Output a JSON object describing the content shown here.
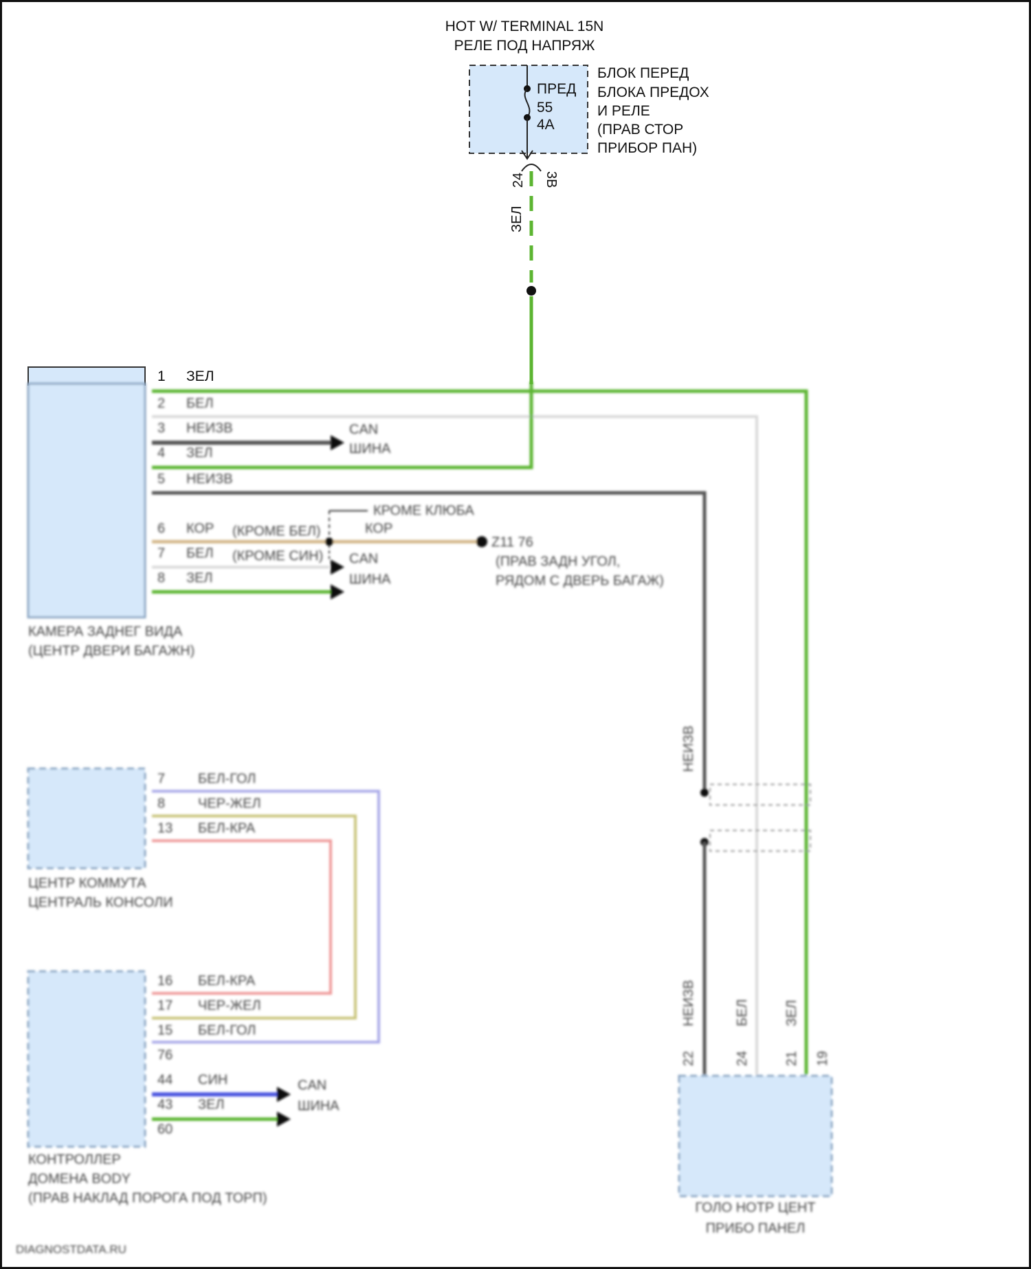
{
  "power": {
    "line1": "HOT W/ TERMINAL 15N",
    "line2": "РЕЛЕ ПОД НАПРЯЖ"
  },
  "fuse_block": {
    "fuse_line1": "ПРЕД",
    "fuse_line2": "55",
    "fuse_line3": "4A",
    "label_lines": [
      "БЛОК ПЕРЕД",
      "БЛОКА ПРЕДОХ",
      "И РЕЛЕ",
      "(ПРАВ СТОР",
      "ПРИБОР ПАН)"
    ],
    "pin_left": "24",
    "pin_right": "3B"
  },
  "main_wire": {
    "color_label": "ЗЕЛ",
    "color": "#5cb531"
  },
  "camera": {
    "pins": [
      {
        "num": "1",
        "color": "ЗЕЛ"
      },
      {
        "num": "2",
        "color": "БЕЛ"
      },
      {
        "num": "3",
        "color": "НЕИЗВ"
      },
      {
        "num": "4",
        "color": "ЗЕЛ"
      },
      {
        "num": "5",
        "color": "НЕИЗВ"
      },
      {
        "num": "6",
        "color": "КОР"
      },
      {
        "num": "7",
        "color": "БЕЛ"
      },
      {
        "num": "8",
        "color": "ЗЕЛ"
      }
    ],
    "can1": [
      "CAN",
      "ШИНА"
    ],
    "can2": [
      "CAN",
      "ШИНА"
    ],
    "inline6": "(КРОМЕ БЕЛ)",
    "inline7": "(КРОМЕ СИН)",
    "except_label": "КРОМЕ КЛЮБА",
    "splice_color": "КОР",
    "ground_lines": [
      "Z11 76",
      "(ПРАВ ЗАДН УГОЛ,",
      "РЯДОМ С ДВЕРЬ БАГАЖ)"
    ],
    "name_lines": [
      "КАМЕРА ЗАДНЕГ ВИДА",
      "(ЦЕНТР ДВЕРИ БАГАЖН)"
    ]
  },
  "switch_center": {
    "pins": [
      {
        "num": "7",
        "color": "БЕЛ-ГОЛ"
      },
      {
        "num": "8",
        "color": "ЧЕР-ЖЕЛ"
      },
      {
        "num": "13",
        "color": "БЕЛ-КРА"
      }
    ],
    "name_lines": [
      "ЦЕНТР КОММУТА",
      "ЦЕНТРАЛЬ КОНСОЛИ"
    ]
  },
  "body_controller": {
    "pins": [
      {
        "num": "16",
        "color": "БЕЛ-КРА"
      },
      {
        "num": "17",
        "color": "ЧЕР-ЖЕЛ"
      },
      {
        "num": "15",
        "color": "БЕЛ-ГОЛ"
      },
      {
        "num": "76",
        "color": ""
      },
      {
        "num": "44",
        "color": "СИН"
      },
      {
        "num": "43",
        "color": "ЗЕЛ"
      },
      {
        "num": "60",
        "color": ""
      }
    ],
    "can": [
      "CAN",
      "ШИНА"
    ],
    "name_lines": [
      "КОНТРОЛЛЕР",
      "ДОМЕНА BODY",
      "(ПРАВ НАКЛАД ПОРОГА ПОД ТОРП)"
    ]
  },
  "display": {
    "wire_labels": [
      "НЕИЗВ",
      "НЕИЗВ",
      "БЕЛ",
      "ЗЕЛ"
    ],
    "pins": [
      "22",
      "24",
      "21",
      "19"
    ],
    "name_lines": [
      "ГОЛО НОТР ЦЕНТ",
      "ПРИБО ПАНЕЛ"
    ]
  },
  "watermark": "DIAGNOSTDATA.RU",
  "colors": {
    "green": "#5cb531",
    "gray_dark": "#555555",
    "white_wire": "#d9d9d9",
    "tan": "#d4b98c",
    "yellow": "#c9c47a",
    "pink": "#ef9a9a",
    "lavender": "#a9a9e8",
    "blue": "#4e56e0",
    "box_fill": "#d6e8fa"
  }
}
